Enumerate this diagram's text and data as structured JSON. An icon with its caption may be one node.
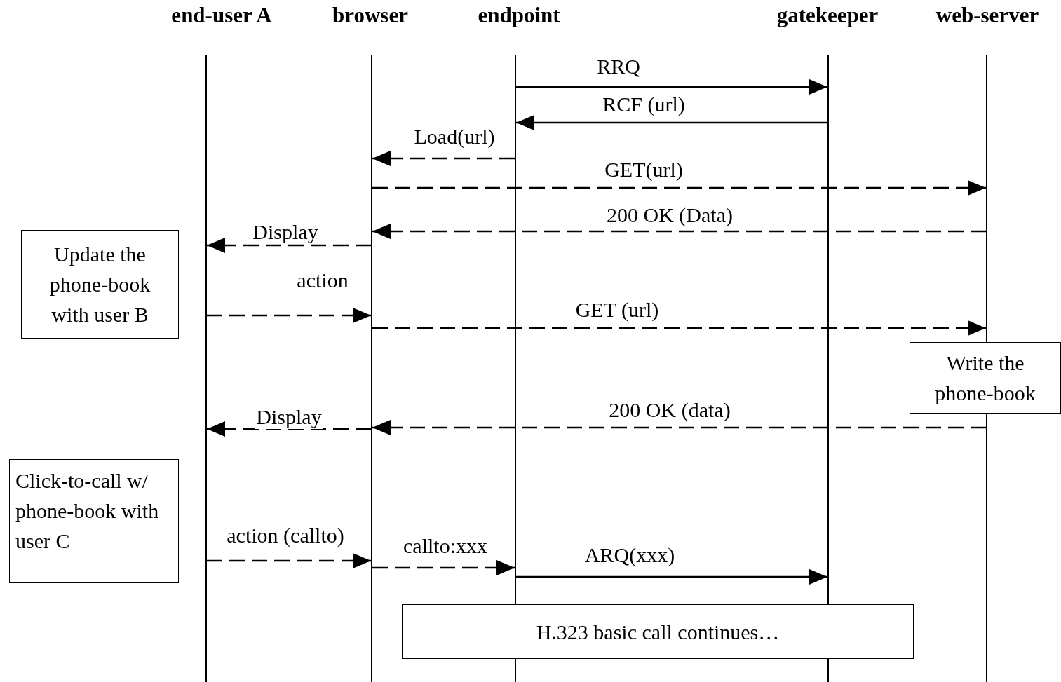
{
  "diagram": {
    "nodes": [
      {
        "text": [
          "end-user A"
        ]
      },
      {
        "text": [
          "browser"
        ]
      },
      {
        "text": [
          "endpoint"
        ]
      },
      {
        "text": [
          "gatekeeper"
        ]
      },
      {
        "text": [
          "web-server"
        ]
      },
      {
        "text": [
          "Update the phone-book with user B"
        ]
      },
      {
        "text": [
          "Write the phone-book"
        ]
      },
      {
        "text": [
          "Click-to-call w/ phone-book with user C"
        ]
      },
      {
        "text": [
          "H.323 basic call continues…"
        ]
      }
    ],
    "edges": [
      {
        "from": 2,
        "to": 3,
        "arrow": "to",
        "label": "RRQ"
      },
      {
        "from": 3,
        "to": 2,
        "arrow": "to",
        "label": "RCF (url)"
      },
      {
        "from": 2,
        "to": 1,
        "arrow": "to",
        "label": "Load(url)",
        "style": "dashed"
      },
      {
        "from": 1,
        "to": 4,
        "arrow": "to",
        "label": "GET(url)",
        "style": "dashed"
      },
      {
        "from": 4,
        "to": 1,
        "arrow": "to",
        "label": "200 OK (Data)",
        "style": "dashed"
      },
      {
        "from": 1,
        "to": 0,
        "arrow": "to",
        "label": "Display",
        "style": "dashed"
      },
      {
        "from": 0,
        "to": 1,
        "arrow": "to",
        "label": "action",
        "style": "dashed"
      },
      {
        "from": 1,
        "to": 4,
        "arrow": "to",
        "label": "GET (url)",
        "style": "dashed"
      },
      {
        "from": 4,
        "to": 1,
        "arrow": "to",
        "label": "200 OK (data)",
        "style": "dashed"
      },
      {
        "from": 1,
        "to": 0,
        "arrow": "to",
        "label": "Display",
        "style": "dashed"
      },
      {
        "from": 0,
        "to": 1,
        "arrow": "to",
        "label": "action (callto)",
        "style": "dashed"
      },
      {
        "from": 1,
        "to": 2,
        "arrow": "to",
        "label": "callto:xxx",
        "style": "dashed"
      },
      {
        "from": 2,
        "to": 3,
        "arrow": "to",
        "label": "ARQ(xxx)"
      }
    ]
  }
}
